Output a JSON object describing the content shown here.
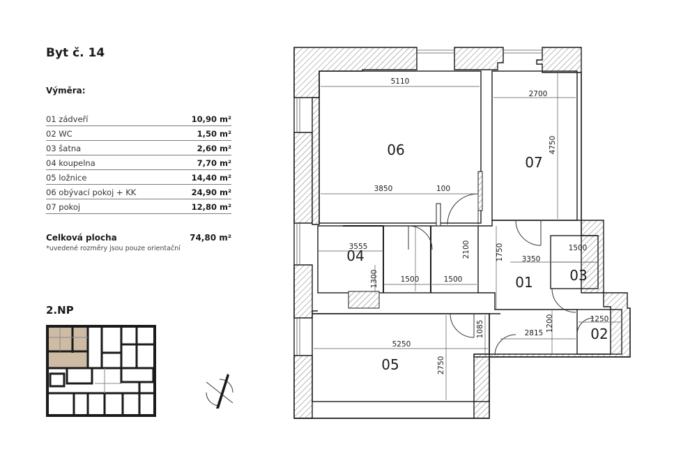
{
  "header": {
    "title": "Byt č. 14",
    "subtitle": "Výměra:"
  },
  "areas": [
    {
      "label": "01 zádveří",
      "value": "10,90 m²"
    },
    {
      "label": "02 WC",
      "value": "1,50 m²"
    },
    {
      "label": "03 šatna",
      "value": "2,60 m²"
    },
    {
      "label": "04 koupelna",
      "value": "7,70 m²"
    },
    {
      "label": "05 ložnice",
      "value": "14,40 m²"
    },
    {
      "label": "06 obývací pokoj + KK",
      "value": "24,90 m²"
    },
    {
      "label": "07 pokoj",
      "value": "12,80 m²"
    }
  ],
  "total": {
    "label": "Celková plocha",
    "value": "74,80 m²"
  },
  "note": "*uvedené rozměry jsou pouze orientační",
  "floor_label": "2.NP",
  "rooms": {
    "r01": "01",
    "r02": "02",
    "r03": "03",
    "r04": "04",
    "r05": "05",
    "r06": "06",
    "r07": "07"
  },
  "dimensions": {
    "d5110": "5110",
    "d2700": "2700",
    "d4750": "4750",
    "d3850": "3850",
    "d100": "100",
    "d3555": "3555",
    "d2100": "2100",
    "d1750": "1750",
    "d1500a": "1500",
    "d3350": "3350",
    "d1300": "1300",
    "d1500b": "1500",
    "d1500c": "1500",
    "d1250": "1250",
    "d1200": "1200",
    "d1085": "1085",
    "d2815": "2815",
    "d5250": "5250",
    "d2750": "2750"
  },
  "colors": {
    "wall": "#1a1a1a",
    "hatch": "#555555",
    "highlight": "#c9b49a",
    "line": "#333333"
  }
}
